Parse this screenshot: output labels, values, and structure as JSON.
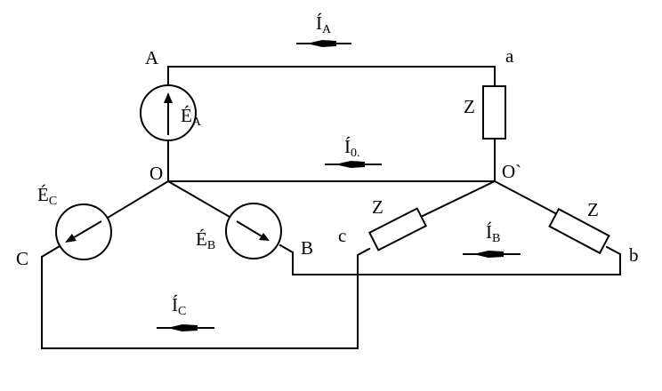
{
  "colors": {
    "line": "#000000",
    "background": "#ffffff"
  },
  "nodes": {
    "A": "A",
    "a": "a",
    "O": "O",
    "O_prime": "O`",
    "C": "C",
    "B": "B",
    "c": "c",
    "b": "b"
  },
  "sources": {
    "EA": {
      "main": "É",
      "sub": "A"
    },
    "EB": {
      "main": "É",
      "sub": "B"
    },
    "EC": {
      "main": "É",
      "sub": "C"
    }
  },
  "currents": {
    "IA": {
      "main": "Í",
      "sub": "A"
    },
    "I0": {
      "main": "Í",
      "sub": "0."
    },
    "IB": {
      "main": "Í",
      "sub": "B"
    },
    "IC": {
      "main": "Í",
      "sub": "C"
    }
  },
  "impedances": {
    "Za": "Z",
    "Zb": "Z",
    "Zc": "Z"
  }
}
